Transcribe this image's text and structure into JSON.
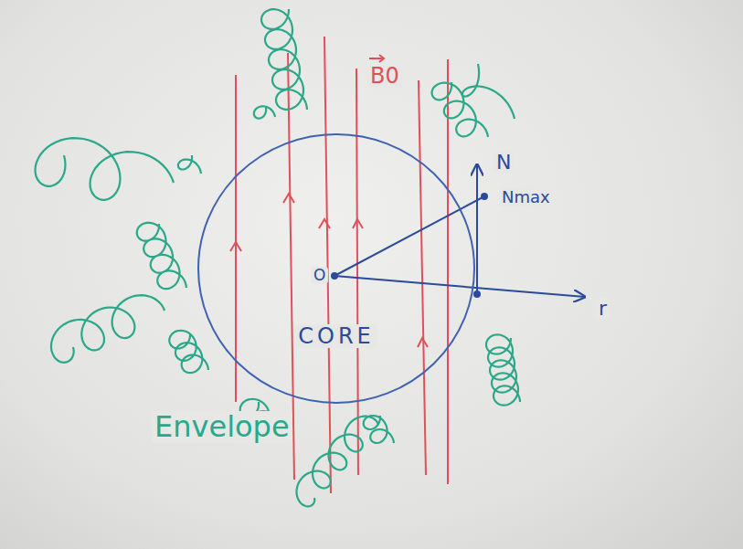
{
  "diagram": {
    "nodes": [
      {
        "text": [
          "CORE"
        ]
      }
    ],
    "labels": [
      "B0",
      "N",
      "Nmax",
      "O",
      "r",
      "Envelope"
    ]
  }
}
